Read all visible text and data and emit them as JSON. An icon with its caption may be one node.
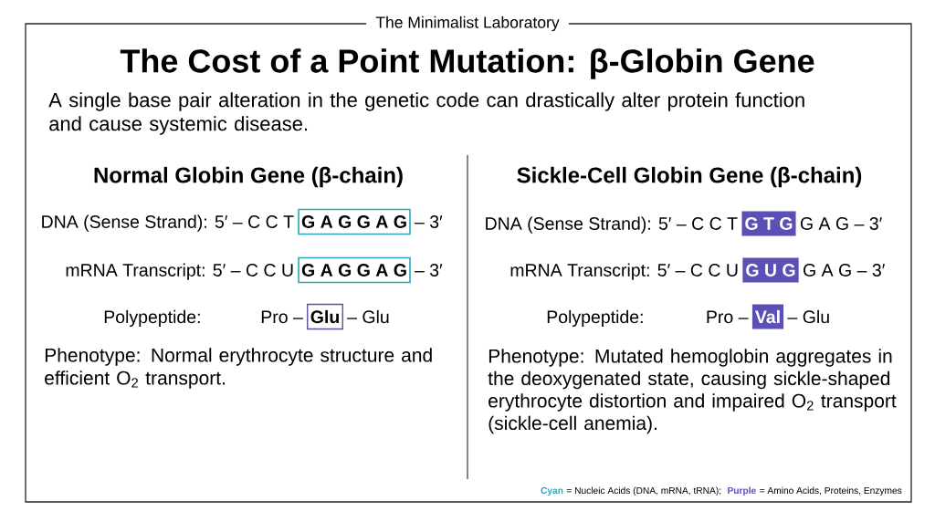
{
  "diagram": {
    "title": "The Cost of a Point Mutation: β-Globin Gene",
    "nodes": [
      {
        "text": [
          "G A G G A G"
        ]
      },
      {
        "text": [
          "G A G G A G"
        ]
      },
      {
        "text": [
          "Glu"
        ]
      },
      {
        "text": [
          "G T G"
        ]
      },
      {
        "text": [
          "G U G"
        ]
      },
      {
        "text": [
          "Val"
        ]
      }
    ],
    "labels": [
      "The Minimalist Laboratory",
      "A single base pair alteration in the genetic code can drastically alter protein function and cause systemic disease.",
      "Normal Globin Gene (β-chain)",
      "DNA (Sense Strand): 5′ – C C T",
      "– 3′",
      "mRNA Transcript: 5′ – C C U",
      "– 3′",
      "Polypeptide:",
      "Pro –",
      "– Glu",
      "Phenotype: Normal erythrocyte structure and efficient O$_{2}$ transport.",
      "Sickle-Cell Globin Gene (β-chain)",
      "DNA (Sense Strand): 5′ – C C T",
      "G A G – 3′",
      "mRNA Transcript: 5′ – C C U",
      "G A G – 3′",
      "Polypeptide:",
      "Pro –",
      "– Glu",
      "Phenotype: Mutated hemoglobin aggregates in the deoxygenated state, causing sickle-shaped erythrocyte distortion and impaired O$_{2}$ transport (sickle-cell anemia).",
      "= Nucleic Acids (DNA, mRNA, tRNA);",
      "= Amino Acids, Proteins, Enzymes"
    ],
    "legend": [
      {
        "text": "Cyan",
        "color": "#2aa6b8"
      },
      {
        "text": "Purple",
        "color": "#5b50b5"
      }
    ]
  }
}
